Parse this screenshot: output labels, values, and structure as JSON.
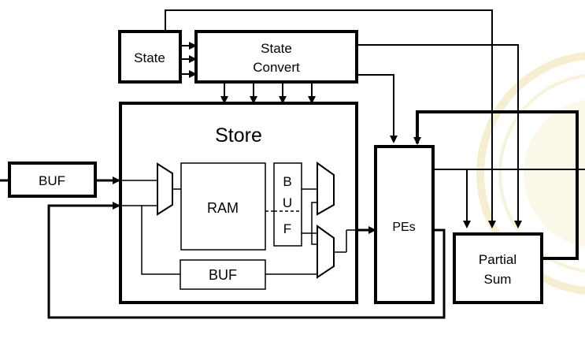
{
  "labels": {
    "state": "State",
    "state_convert_line1": "State",
    "state_convert_line2": "Convert",
    "store": "Store",
    "buf_input": "BUF",
    "ram": "RAM",
    "buf_inner": "BUF",
    "buf_v_b": "B",
    "buf_v_u": "U",
    "buf_v_f": "F",
    "pes": "PEs",
    "partial_sum_line1": "Partial",
    "partial_sum_line2": "Sum"
  },
  "colors": {
    "line": "#000000",
    "watermark": "#c9a227"
  }
}
